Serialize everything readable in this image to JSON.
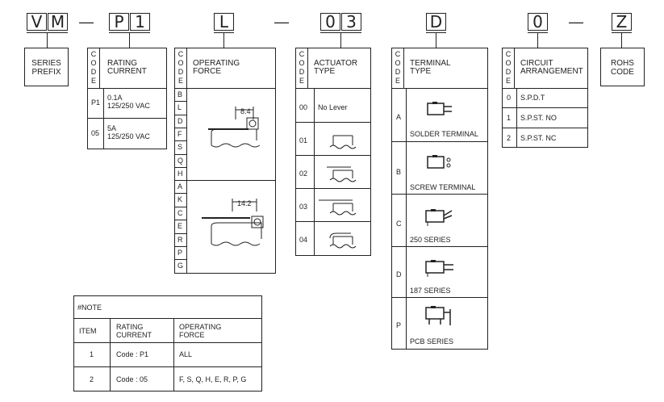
{
  "code_boxes": [
    "V",
    "M",
    "P",
    "1",
    "L",
    "0",
    "3",
    "D",
    "0",
    "Z"
  ],
  "dashes": [
    "—",
    "—",
    "—"
  ],
  "series_prefix": [
    "SERIES",
    "PREFIX"
  ],
  "rohs_code": [
    "ROHS",
    "CODE"
  ],
  "code_label": [
    "C",
    "O",
    "D",
    "E"
  ],
  "rating": {
    "header": [
      "RATING",
      "CURRENT"
    ],
    "rows": [
      {
        "code": "P1",
        "line1": "0.1A",
        "line2": "125/250 VAC"
      },
      {
        "code": "05",
        "line1": "5A",
        "line2": "125/250  VAC"
      }
    ]
  },
  "force": {
    "header": "OPERATING\nFORCE",
    "codes": [
      "B",
      "L",
      "D",
      "F",
      "S",
      "Q",
      "H",
      "A",
      "K",
      "C",
      "E",
      "R",
      "P",
      "G"
    ],
    "dim1": "8.4",
    "dim2": "14.2"
  },
  "actuator": {
    "header": [
      "ACTUATOR",
      "TYPE"
    ],
    "rows": [
      {
        "code": "00",
        "text": "No Lever"
      },
      {
        "code": "01",
        "text": ""
      },
      {
        "code": "02",
        "text": ""
      },
      {
        "code": "03",
        "text": ""
      },
      {
        "code": "04",
        "text": ""
      }
    ]
  },
  "terminal": {
    "header": [
      "TERMINAL",
      "TYPE"
    ],
    "rows": [
      {
        "code": "A",
        "text": "SOLDER TERMINAL"
      },
      {
        "code": "B",
        "text": "SCREW TERMINAL"
      },
      {
        "code": "C",
        "text": "250 SERIES"
      },
      {
        "code": "D",
        "text": "187 SERIES"
      },
      {
        "code": "P",
        "text": "PCB SERIES"
      }
    ]
  },
  "circuit": {
    "header": [
      "CIRCUIT",
      "ARRANGEMENT"
    ],
    "rows": [
      {
        "code": "0",
        "text": "S.P.D.T"
      },
      {
        "code": "1",
        "text": "S.P.ST. NO"
      },
      {
        "code": "2",
        "text": "S.P.ST. NC"
      }
    ]
  },
  "note": {
    "title": "#NOTE",
    "headers": {
      "item": "ITEM",
      "rating1": "RATING",
      "rating2": "CURRENT",
      "force1": "OPERATING",
      "force2": "FORCE"
    },
    "rows": [
      {
        "item": "1",
        "rating": "Code : P1",
        "force": "ALL"
      },
      {
        "item": "2",
        "rating": "Code : 05",
        "force": "F, S, Q, H, E, R, P, G"
      }
    ]
  }
}
